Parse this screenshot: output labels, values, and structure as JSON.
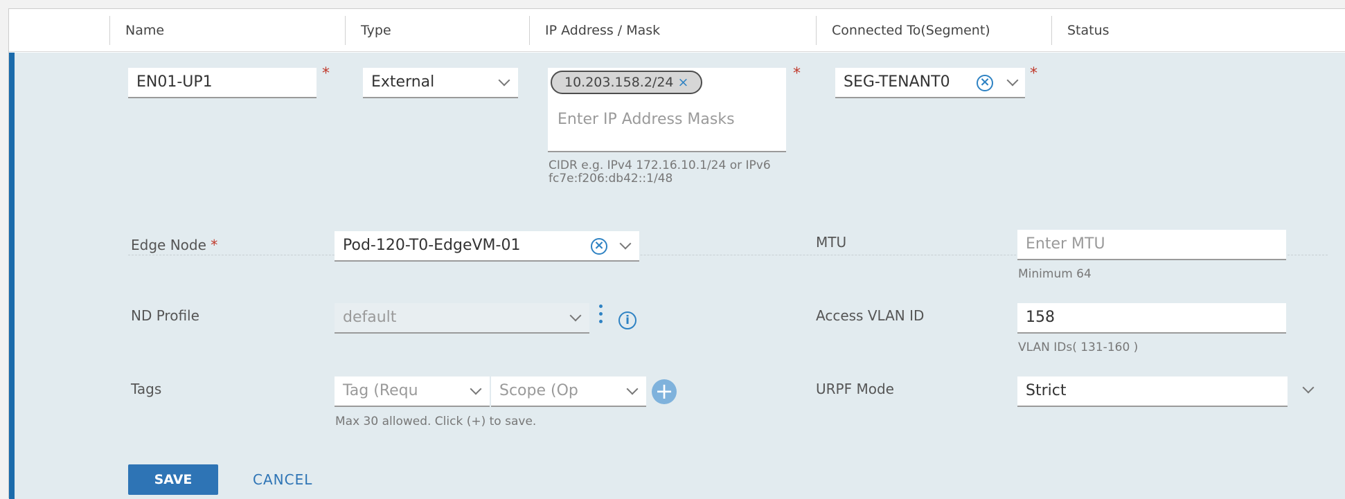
{
  "columns": {
    "name": "Name",
    "type": "Type",
    "ip": "IP Address / Mask",
    "connected": "Connected To(Segment)",
    "status": "Status"
  },
  "row": {
    "name_value": "EN01-UP1",
    "type_value": "External",
    "ip_pill": "10.203.158.2/24",
    "ip_pill_remove": "×",
    "ip_placeholder": "Enter IP Address Masks",
    "ip_hint": "CIDR e.g. IPv4 172.16.10.1/24 or IPv6 fc7e:f206:db42::1/48",
    "segment_value": "SEG-TENANT0",
    "required_mark": "*"
  },
  "details": {
    "edge_node_label": "Edge Node",
    "edge_node_value": "Pod-120-T0-EdgeVM-01",
    "nd_profile_label": "ND Profile",
    "nd_profile_value": "default",
    "tags_label": "Tags",
    "tag_placeholder": "Tag (Requ",
    "scope_placeholder": "Scope (Op",
    "tags_hint": "Max 30 allowed. Click (+) to save.",
    "mtu_label": "MTU",
    "mtu_placeholder": "Enter MTU",
    "mtu_hint": "Minimum 64",
    "vlan_label": "Access VLAN ID",
    "vlan_value": "158",
    "vlan_hint": "VLAN IDs( 131-160 )",
    "urpf_label": "URPF Mode",
    "urpf_value": "Strict"
  },
  "actions": {
    "save": "SAVE",
    "cancel": "CANCEL"
  },
  "icons": {
    "clear": "×",
    "info": "i",
    "add": "+"
  },
  "colors": {
    "accent": "#2e74b5",
    "row_bg": "#e2ebef",
    "required": "#c0392b"
  }
}
